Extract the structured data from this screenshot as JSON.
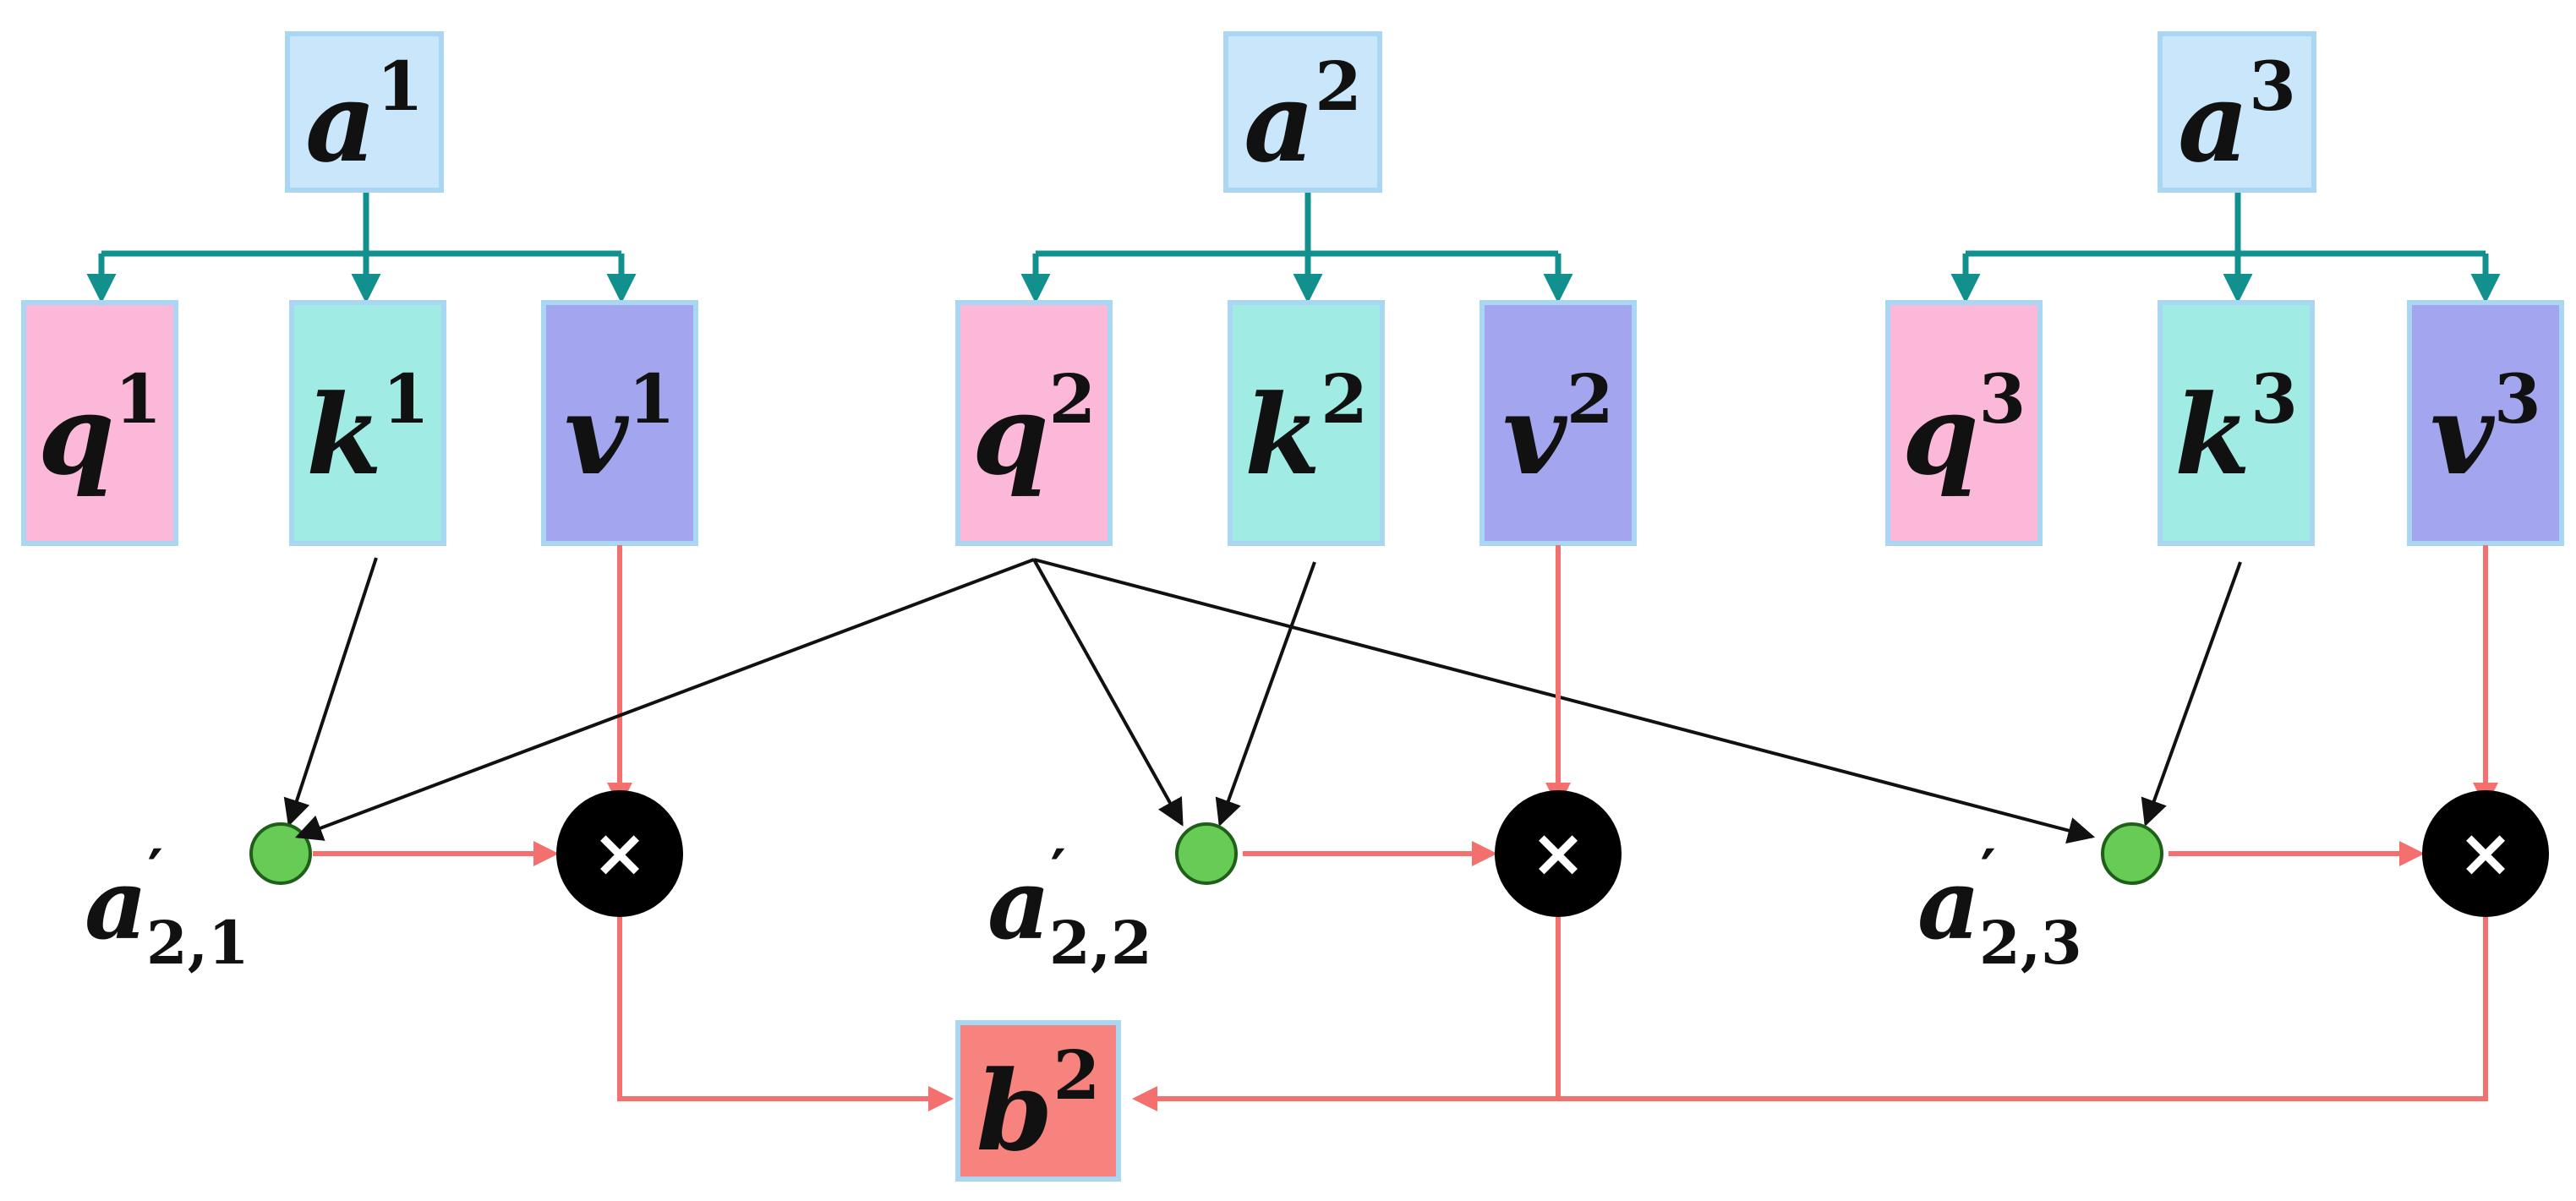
{
  "colors": {
    "input_box": "#c9e6fb",
    "box_border": "#a9d6f2",
    "query": "#fcb8d8",
    "key": "#a0ebe3",
    "value": "#a3a6ee",
    "output": "#f6837e",
    "teal_arrow": "#12908e",
    "red_arrow": "#f4706e",
    "black_arrow": "#111111",
    "score_node": "#66cc55",
    "multiply_node": "#000000"
  },
  "columns": [
    {
      "input": {
        "base": "a",
        "sup": "1"
      },
      "query": {
        "base": "q",
        "sup": "1"
      },
      "key": {
        "base": "k",
        "sup": "1"
      },
      "value": {
        "base": "v",
        "sup": "1"
      },
      "score": {
        "base": "a",
        "prime": "′",
        "sub": "2,1"
      },
      "multiply_symbol": "×",
      "icons": {
        "score": "score-node-icon",
        "multiply": "multiply-node-icon"
      }
    },
    {
      "input": {
        "base": "a",
        "sup": "2"
      },
      "query": {
        "base": "q",
        "sup": "2"
      },
      "key": {
        "base": "k",
        "sup": "2"
      },
      "value": {
        "base": "v",
        "sup": "2"
      },
      "score": {
        "base": "a",
        "prime": "′",
        "sub": "2,2"
      },
      "multiply_symbol": "×",
      "icons": {
        "score": "score-node-icon",
        "multiply": "multiply-node-icon"
      }
    },
    {
      "input": {
        "base": "a",
        "sup": "3"
      },
      "query": {
        "base": "q",
        "sup": "3"
      },
      "key": {
        "base": "k",
        "sup": "3"
      },
      "value": {
        "base": "v",
        "sup": "3"
      },
      "score": {
        "base": "a",
        "prime": "′",
        "sub": "2,3"
      },
      "multiply_symbol": "×",
      "icons": {
        "score": "score-node-icon",
        "multiply": "multiply-node-icon"
      }
    }
  ],
  "output": {
    "base": "b",
    "sup": "2"
  }
}
